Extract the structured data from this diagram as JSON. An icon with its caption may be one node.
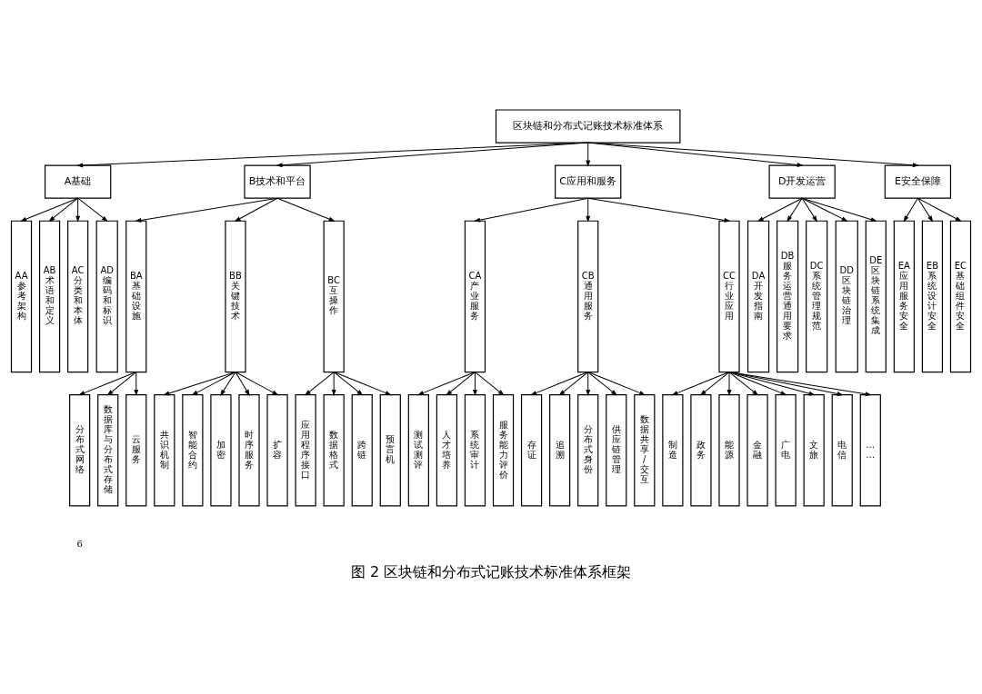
{
  "diagram": {
    "caption": "图 2 区块链和分布式记账技术标准体系框架",
    "nodes": [
      {
        "text": [
          "区块链和分布式记账技术标准体系"
        ]
      },
      {
        "text": [
          "A基础"
        ]
      },
      {
        "text": [
          "AA参考架构"
        ]
      },
      {
        "text": [
          "AB术语和定义"
        ]
      },
      {
        "text": [
          "AC分类和本体"
        ]
      },
      {
        "text": [
          "AD编码和标识"
        ]
      },
      {
        "text": [
          "B技术和平台"
        ]
      },
      {
        "text": [
          "BA基础设施"
        ]
      },
      {
        "text": [
          "BB关键技术"
        ]
      },
      {
        "text": [
          "BC互操作"
        ]
      },
      {
        "text": [
          "C应用和服务"
        ]
      },
      {
        "text": [
          "CA产业服务"
        ]
      },
      {
        "text": [
          "CB通用服务"
        ]
      },
      {
        "text": [
          "CC行业应用"
        ]
      },
      {
        "text": [
          "D开发运营"
        ]
      },
      {
        "text": [
          "DA开发指南"
        ]
      },
      {
        "text": [
          "DB服务运营通用要求"
        ]
      },
      {
        "text": [
          "DC系统管理规范"
        ]
      },
      {
        "text": [
          "DD区块链治理"
        ]
      },
      {
        "text": [
          "DE区块链系统集成"
        ]
      },
      {
        "text": [
          "E安全保障"
        ]
      },
      {
        "text": [
          "EA应用服务安全"
        ]
      },
      {
        "text": [
          "EB系统设计安全"
        ]
      },
      {
        "text": [
          "EC基础组件安全"
        ]
      },
      {
        "text": [
          "分布式网络"
        ]
      },
      {
        "text": [
          "数据库与分布式存储"
        ]
      },
      {
        "text": [
          "云服务"
        ]
      },
      {
        "text": [
          "共识机制"
        ]
      },
      {
        "text": [
          "智能合约"
        ]
      },
      {
        "text": [
          "加密"
        ]
      },
      {
        "text": [
          "时序服务"
        ]
      },
      {
        "text": [
          "扩容"
        ]
      },
      {
        "text": [
          "应用程序接口"
        ]
      },
      {
        "text": [
          "数据格式"
        ]
      },
      {
        "text": [
          "跨链"
        ]
      },
      {
        "text": [
          "预言机"
        ]
      },
      {
        "text": [
          "测试测评"
        ]
      },
      {
        "text": [
          "人才培养"
        ]
      },
      {
        "text": [
          "系统审计"
        ]
      },
      {
        "text": [
          "服务能力评价"
        ]
      },
      {
        "text": [
          "存证"
        ]
      },
      {
        "text": [
          "追溯"
        ]
      },
      {
        "text": [
          "分布式身份"
        ]
      },
      {
        "text": [
          "供应链管理"
        ]
      },
      {
        "text": [
          "数据共享/交互"
        ]
      },
      {
        "text": [
          "制造"
        ]
      },
      {
        "text": [
          "政务"
        ]
      },
      {
        "text": [
          "能源"
        ]
      },
      {
        "text": [
          "金融"
        ]
      },
      {
        "text": [
          "广电"
        ]
      },
      {
        "text": [
          "文旅"
        ]
      },
      {
        "text": [
          "电信"
        ]
      },
      {
        "text": [
          "……"
        ]
      }
    ],
    "edges": [
      {
        "from": 0,
        "to": 1,
        "arrow": "to"
      },
      {
        "from": 0,
        "to": 6,
        "arrow": "to"
      },
      {
        "from": 0,
        "to": 10,
        "arrow": "to"
      },
      {
        "from": 0,
        "to": 14,
        "arrow": "to"
      },
      {
        "from": 0,
        "to": 20,
        "arrow": "to"
      },
      {
        "from": 1,
        "to": 2,
        "arrow": "to"
      },
      {
        "from": 1,
        "to": 3,
        "arrow": "to"
      },
      {
        "from": 1,
        "to": 4,
        "arrow": "to"
      },
      {
        "from": 1,
        "to": 5,
        "arrow": "to"
      },
      {
        "from": 6,
        "to": 7,
        "arrow": "to"
      },
      {
        "from": 6,
        "to": 8,
        "arrow": "to"
      },
      {
        "from": 6,
        "to": 9,
        "arrow": "to"
      },
      {
        "from": 10,
        "to": 11,
        "arrow": "to"
      },
      {
        "from": 10,
        "to": 12,
        "arrow": "to"
      },
      {
        "from": 10,
        "to": 13,
        "arrow": "to"
      },
      {
        "from": 14,
        "to": 15,
        "arrow": "to"
      },
      {
        "from": 14,
        "to": 16,
        "arrow": "to"
      },
      {
        "from": 14,
        "to": 17,
        "arrow": "to"
      },
      {
        "from": 14,
        "to": 18,
        "arrow": "to"
      },
      {
        "from": 14,
        "to": 19,
        "arrow": "to"
      },
      {
        "from": 20,
        "to": 21,
        "arrow": "to"
      },
      {
        "from": 20,
        "to": 22,
        "arrow": "to"
      },
      {
        "from": 20,
        "to": 23,
        "arrow": "to"
      },
      {
        "from": 7,
        "to": 24,
        "arrow": "to"
      },
      {
        "from": 7,
        "to": 25,
        "arrow": "to"
      },
      {
        "from": 7,
        "to": 26,
        "arrow": "to"
      },
      {
        "from": 8,
        "to": 27,
        "arrow": "to"
      },
      {
        "from": 8,
        "to": 28,
        "arrow": "to"
      },
      {
        "from": 8,
        "to": 29,
        "arrow": "to"
      },
      {
        "from": 8,
        "to": 30,
        "arrow": "to"
      },
      {
        "from": 8,
        "to": 31,
        "arrow": "to"
      },
      {
        "from": 9,
        "to": 32,
        "arrow": "to"
      },
      {
        "from": 9,
        "to": 33,
        "arrow": "to"
      },
      {
        "from": 9,
        "to": 34,
        "arrow": "to"
      },
      {
        "from": 9,
        "to": 35,
        "arrow": "to"
      },
      {
        "from": 11,
        "to": 36,
        "arrow": "to"
      },
      {
        "from": 11,
        "to": 37,
        "arrow": "to"
      },
      {
        "from": 11,
        "to": 38,
        "arrow": "to"
      },
      {
        "from": 11,
        "to": 39,
        "arrow": "to"
      },
      {
        "from": 12,
        "to": 40,
        "arrow": "to"
      },
      {
        "from": 12,
        "to": 41,
        "arrow": "to"
      },
      {
        "from": 12,
        "to": 42,
        "arrow": "to"
      },
      {
        "from": 12,
        "to": 43,
        "arrow": "to"
      },
      {
        "from": 12,
        "to": 44,
        "arrow": "to"
      },
      {
        "from": 13,
        "to": 45,
        "arrow": "to"
      },
      {
        "from": 13,
        "to": 46,
        "arrow": "to"
      },
      {
        "from": 13,
        "to": 47,
        "arrow": "to"
      },
      {
        "from": 13,
        "to": 48,
        "arrow": "to"
      },
      {
        "from": 13,
        "to": 49,
        "arrow": "to"
      },
      {
        "from": 13,
        "to": 50,
        "arrow": "to"
      },
      {
        "from": 13,
        "to": 51,
        "arrow": "to"
      },
      {
        "from": 13,
        "to": 52,
        "arrow": "to"
      }
    ],
    "labels": [
      "6"
    ]
  }
}
